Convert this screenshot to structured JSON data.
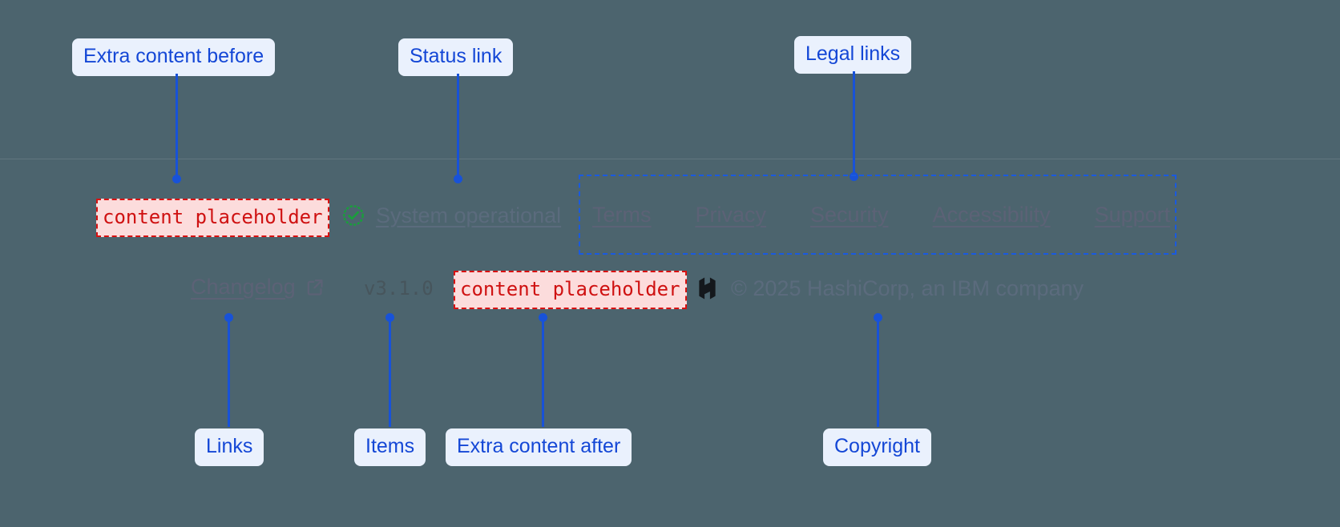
{
  "annotations": {
    "extra_before": "Extra content before",
    "status_link": "Status link",
    "legal_links": "Legal links",
    "links": "Links",
    "items": "Items",
    "extra_after": "Extra content after",
    "copyright": "Copyright"
  },
  "footer": {
    "placeholder_before": "content placeholder",
    "placeholder_after": "content placeholder",
    "status": {
      "icon": "check-circle-icon",
      "label": "System operational"
    },
    "legal": [
      {
        "label": "Terms"
      },
      {
        "label": "Privacy"
      },
      {
        "label": "Security"
      },
      {
        "label": "Accessibility"
      },
      {
        "label": "Support"
      }
    ],
    "changelog": {
      "label": "Changelog",
      "icon": "external-link-icon"
    },
    "version": "v3.1.0",
    "copyright": {
      "logo": "hashicorp-logo",
      "text": "© 2025 HashiCorp, an IBM company"
    }
  },
  "colors": {
    "background": "#4c646e",
    "callout_bg": "#eaf1fd",
    "callout_text": "#1447d6",
    "leader": "#1852d8",
    "placeholder_bg": "#fcdcdc",
    "placeholder_text": "#cf1111",
    "placeholder_border": "#d81111",
    "status_ok": "#1a9e3c",
    "muted_text": "#5c6276",
    "legal_box_border": "#1a5ae0"
  }
}
